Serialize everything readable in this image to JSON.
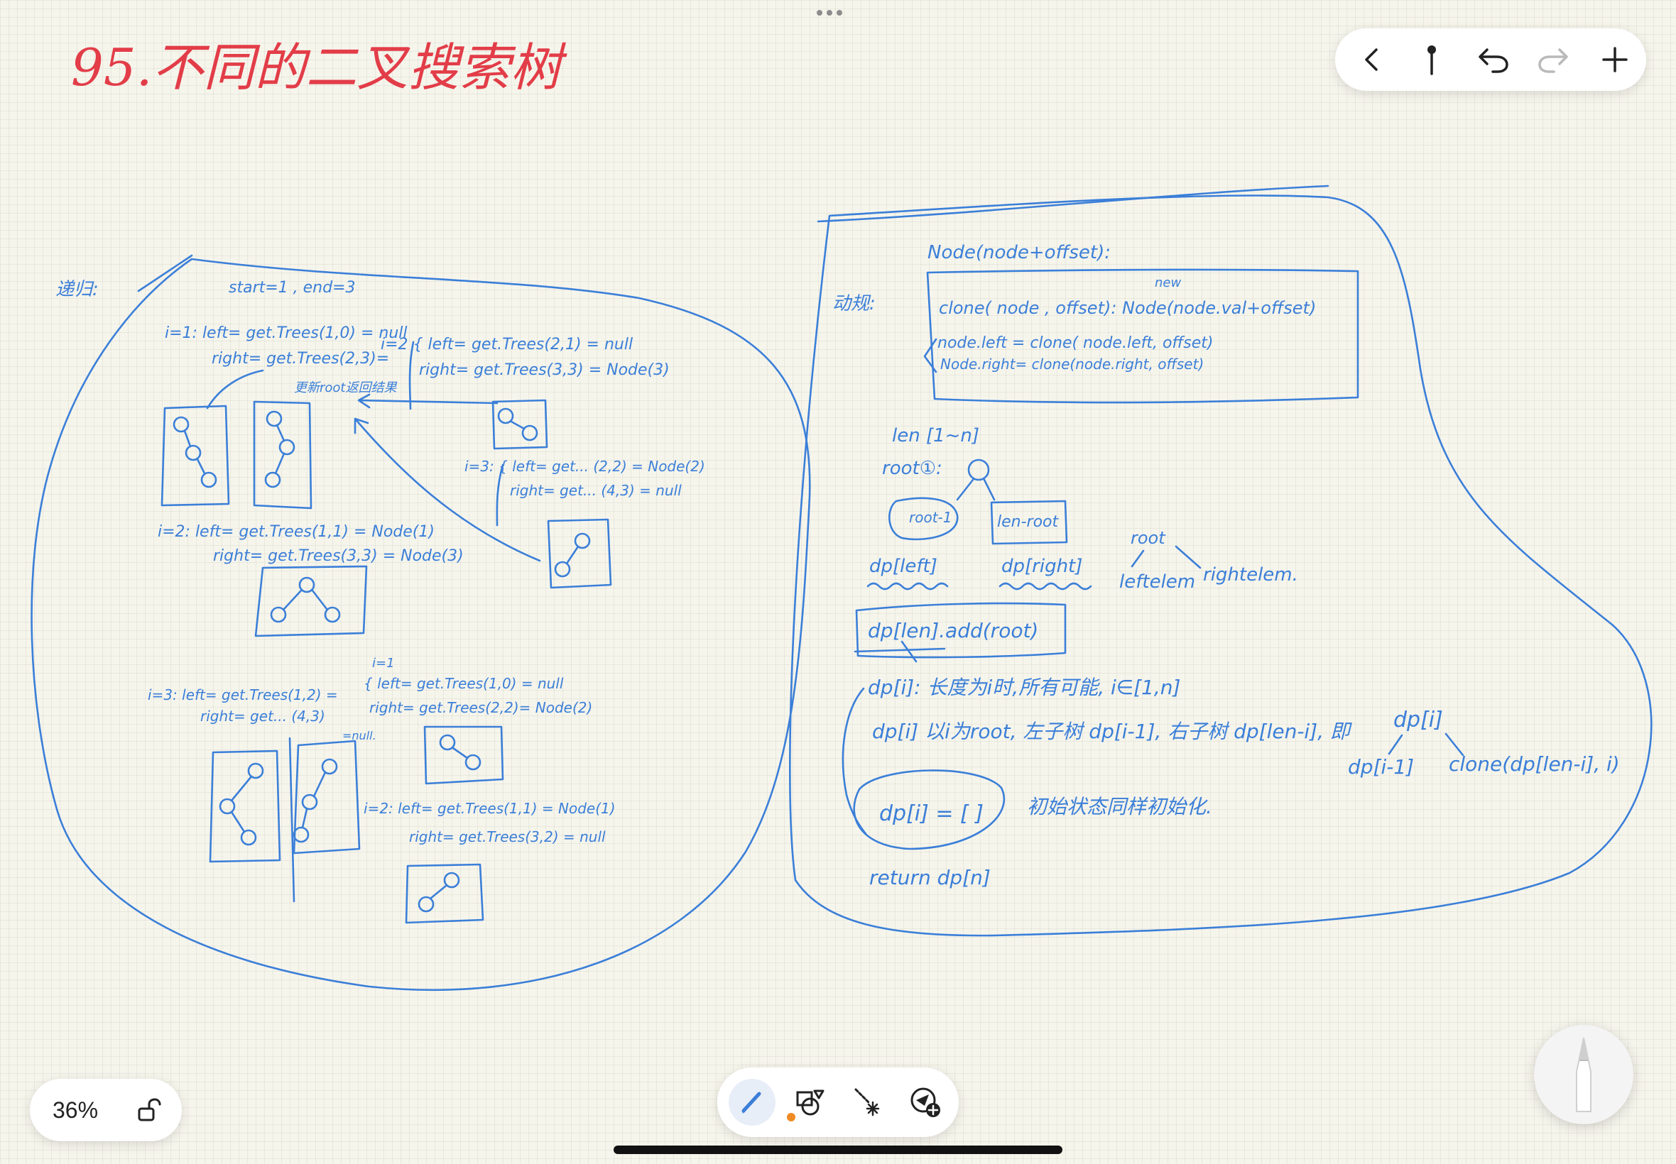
{
  "title": "95.不同的二叉搜索树",
  "toolbar": {
    "back_icon": "chevron-left-icon",
    "pin_icon": "pin-icon",
    "undo_icon": "undo-icon",
    "redo_icon": "redo-icon",
    "add_icon": "plus-icon"
  },
  "zoom": {
    "label": "36%"
  },
  "dock": {
    "tools": [
      "pen",
      "shapes",
      "lasso",
      "eraser-plus"
    ],
    "accent_color": "#f08a24"
  },
  "colors": {
    "ink": "#3b7fd8",
    "title": "#e23d48",
    "paper": "#f6f5ec"
  },
  "notes_left": {
    "label": "递归:",
    "params": "start=1 , end=3",
    "i1_left": "i=1: left= get.Trees(1,0) = null",
    "i1_right": "right= get.Trees(2,3)=",
    "i2sub_left": "i=2 { left= get.Trees(2,1) = null",
    "i2sub_right": "right= get.Trees(3,3) = Node(3)",
    "root_note": "更新root返回结果",
    "i3sub_left": "i=3: { left= get... (2,2) = Node(2)",
    "i3sub_right": "right= get... (4,3) = null",
    "i2_left": "i=2: left= get.Trees(1,1) = Node(1)",
    "i2_right": "right= get.Trees(3,3) = Node(3)",
    "i3_left": "i=3: left= get.Trees(1,2) =",
    "i3_right": "right= get... (4,3)",
    "inner_i": "i=1",
    "inner_left": "{ left= get.Trees(1,0) = null",
    "inner_right": "right= get.Trees(2,2)= Node(2)",
    "null_note": "=null.",
    "ii2_left": "i=2: left= get.Trees(1,1) = Node(1)",
    "ii2_right": "right= get.Trees(3,2) = null"
  },
  "notes_right": {
    "node_sig": "Node(node+offset):",
    "dp_label": "动规:",
    "new_word": "new",
    "clone_line": "clone( node ,   offset):  Node(node.val+offset)",
    "clone_left": "node.left = clone( node.left, offset)",
    "clone_right": "Node.right= clone(node.right, offset)",
    "len_line": "len [1~n]",
    "root_line": "root①:",
    "root_minus": "root-1",
    "len_root": "len-root",
    "dp_left": "dp[left]",
    "dp_right": "dp[right]",
    "root_word": "root",
    "leftelem": "leftelem",
    "rightelem": "rightelem.",
    "dp_add": "dp[len].add(root)",
    "dp_def": "dp[i]: 长度为i时,所有可能, i∈[1,n]",
    "dp_trans": "dp[i] 以i为root, 左子树 dp[i-1], 右子树 dp[len-i], 即",
    "dp_i": "dp[i]",
    "dp_i_1": "dp[i-1]",
    "clone_dp": "clone(dp[len-i], i)",
    "init": "dp[i] = [ ]",
    "init_note": "初始状态同样初始化.",
    "ret": "return dp[n]"
  }
}
